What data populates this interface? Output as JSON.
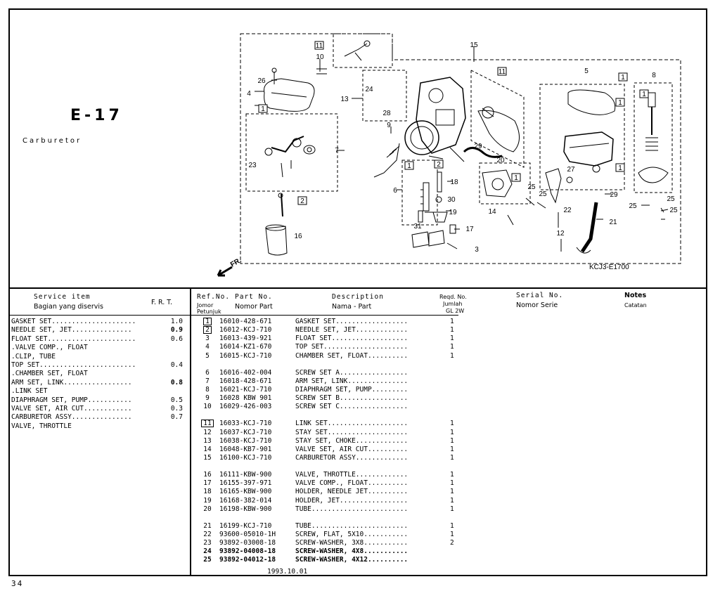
{
  "page": {
    "code": "E-17",
    "title": "Carburetor",
    "page_number": "34",
    "date": "1993.10.01",
    "drawing_code": "KCJ3-E1700",
    "direction_label": "FR."
  },
  "headers": {
    "service_item": "Service item",
    "service_item_local": "Bagian yang diservis",
    "frt": "F. R. T.",
    "ref_no": "Ref.No.",
    "ref_no_local": "Jomor Petunjuk",
    "part_no": "Part No.",
    "part_no_local": "Nomor Part",
    "description": "Description",
    "description_local": "Nama - Part",
    "reqd_no": "Reqd. No.",
    "reqd_no_local": "Jumlah",
    "reqd_model": "GL 2W",
    "serial_no": "Serial No.",
    "serial_no_local": "Nomor Serie",
    "notes": "Notes",
    "notes_local": "Catatan"
  },
  "service_items": [
    {
      "name": "GASKET SET.....................",
      "frt": "1.0",
      "bold": false
    },
    {
      "name": "NEEDLE SET, JET...............",
      "frt": "0.9",
      "bold": true
    },
    {
      "name": "FLOAT SET......................",
      "frt": "0.6",
      "bold": false
    },
    {
      "name": ".VALVE COMP., FLOAT",
      "frt": "",
      "bold": false
    },
    {
      "name": ".CLIP, TUBE",
      "frt": "",
      "bold": false
    },
    {
      "name": "TOP SET........................",
      "frt": "0.4",
      "bold": false
    },
    {
      "name": ".CHAMBER SET, FLOAT",
      "frt": "",
      "bold": false
    },
    {
      "name": "ARM SET, LINK.................",
      "frt": "0.8",
      "bold": true
    },
    {
      "name": ".LINK SET",
      "frt": "",
      "bold": false
    },
    {
      "name": "DIAPHRAGM SET, PUMP...........",
      "frt": "0.5",
      "bold": false
    },
    {
      "name": "VALVE SET, AIR CUT............",
      "frt": "0.3",
      "bold": false
    },
    {
      "name": "CARBURETOR ASSY...............",
      "frt": "0.7",
      "bold": false
    },
    {
      "name": " VALVE, THROTTLE",
      "frt": "",
      "bold": false
    }
  ],
  "parts": [
    {
      "ref": "1",
      "boxed": true,
      "part_no": "16010-428-671",
      "desc": "GASKET SET..................",
      "qty": "1",
      "bold": false,
      "gap": false
    },
    {
      "ref": "2",
      "boxed": true,
      "part_no": "16012-KCJ-710",
      "desc": "NEEDLE SET, JET.............",
      "qty": "1",
      "bold": false,
      "gap": false
    },
    {
      "ref": "3",
      "boxed": false,
      "part_no": "16013-439-921",
      "desc": "FLOAT SET...................",
      "qty": "1",
      "bold": false,
      "gap": false
    },
    {
      "ref": "4",
      "boxed": false,
      "part_no": "16014-KZ1-670",
      "desc": "TOP SET.....................",
      "qty": "1",
      "bold": false,
      "gap": false
    },
    {
      "ref": "5",
      "boxed": false,
      "part_no": "16015-KCJ-710",
      "desc": "CHAMBER SET, FLOAT..........",
      "qty": "1",
      "bold": false,
      "gap": false
    },
    {
      "ref": "6",
      "boxed": false,
      "part_no": "16016-402-004",
      "desc": "SCREW SET A.................",
      "qty": "",
      "bold": false,
      "gap": true
    },
    {
      "ref": "7",
      "boxed": false,
      "part_no": "16018-428-671",
      "desc": "ARM SET, LINK...............",
      "qty": "",
      "bold": false,
      "gap": false
    },
    {
      "ref": "8",
      "boxed": false,
      "part_no": "16021-KCJ-710",
      "desc": "DIAPHRAGM SET, PUMP.........",
      "qty": "",
      "bold": false,
      "gap": false
    },
    {
      "ref": "9",
      "boxed": false,
      "part_no": "16028 KBW 901",
      "desc": "SCREW SET B.................",
      "qty": "",
      "bold": false,
      "gap": false
    },
    {
      "ref": "10",
      "boxed": false,
      "part_no": "16029-426-003",
      "desc": "SCREW SET C.................",
      "qty": "",
      "bold": false,
      "gap": false
    },
    {
      "ref": "11",
      "boxed": true,
      "part_no": "16033-KCJ-710",
      "desc": "LINK SET....................",
      "qty": "1",
      "bold": false,
      "gap": true
    },
    {
      "ref": "12",
      "boxed": false,
      "part_no": "16037-KCJ-710",
      "desc": "STAY SET....................",
      "qty": "1",
      "bold": false,
      "gap": false
    },
    {
      "ref": "13",
      "boxed": false,
      "part_no": "16038-KCJ-710",
      "desc": "STAY SET, CHOKE.............",
      "qty": "1",
      "bold": false,
      "gap": false
    },
    {
      "ref": "14",
      "boxed": false,
      "part_no": "16048-KB7-901",
      "desc": "VALVE SET, AIR CUT..........",
      "qty": "1",
      "bold": false,
      "gap": false
    },
    {
      "ref": "15",
      "boxed": false,
      "part_no": "16100-KCJ-710",
      "desc": "CARBURETOR ASSY.............",
      "qty": "1",
      "bold": false,
      "gap": false
    },
    {
      "ref": "16",
      "boxed": false,
      "part_no": "16111-KBW-900",
      "desc": "VALVE, THROTTLE.............",
      "qty": "1",
      "bold": false,
      "gap": true
    },
    {
      "ref": "17",
      "boxed": false,
      "part_no": "16155-397-971",
      "desc": "VALVE COMP., FLOAT..........",
      "qty": "1",
      "bold": false,
      "gap": false
    },
    {
      "ref": "18",
      "boxed": false,
      "part_no": "16165-KBW-900",
      "desc": "HOLDER, NEEDLE JET..........",
      "qty": "1",
      "bold": false,
      "gap": false
    },
    {
      "ref": "19",
      "boxed": false,
      "part_no": "16168-382-014",
      "desc": "HOLDER, JET.................",
      "qty": "1",
      "bold": false,
      "gap": false
    },
    {
      "ref": "20",
      "boxed": false,
      "part_no": "16198-KBW-900",
      "desc": "TUBE........................",
      "qty": "1",
      "bold": false,
      "gap": false
    },
    {
      "ref": "21",
      "boxed": false,
      "part_no": "16199-KCJ-710",
      "desc": "TUBE........................",
      "qty": "1",
      "bold": false,
      "gap": true
    },
    {
      "ref": "22",
      "boxed": false,
      "part_no": "93600-05010-1H",
      "desc": "SCREW, FLAT, 5X10...........",
      "qty": "1",
      "bold": false,
      "gap": false
    },
    {
      "ref": "23",
      "boxed": false,
      "part_no": "93892-03008-18",
      "desc": "SCREW-WASHER, 3X8...........",
      "qty": "2",
      "bold": false,
      "gap": false
    },
    {
      "ref": "24",
      "boxed": false,
      "part_no": "93892-04008-18",
      "desc": "SCREW-WASHER, 4X8...........",
      "qty": "",
      "bold": true,
      "gap": false
    },
    {
      "ref": "25",
      "boxed": false,
      "part_no": "93892-04012-18",
      "desc": "SCREW-WASHER, 4X12..........",
      "qty": "",
      "bold": true,
      "gap": false
    }
  ],
  "diagram_callouts": [
    "1",
    "2",
    "3",
    "4",
    "5",
    "6",
    "7",
    "8",
    "9",
    "10",
    "11",
    "12",
    "13",
    "14",
    "15",
    "16",
    "17",
    "18",
    "19",
    "20",
    "21",
    "22",
    "23",
    "24",
    "25",
    "26",
    "27",
    "28",
    "29",
    "30",
    "31"
  ]
}
